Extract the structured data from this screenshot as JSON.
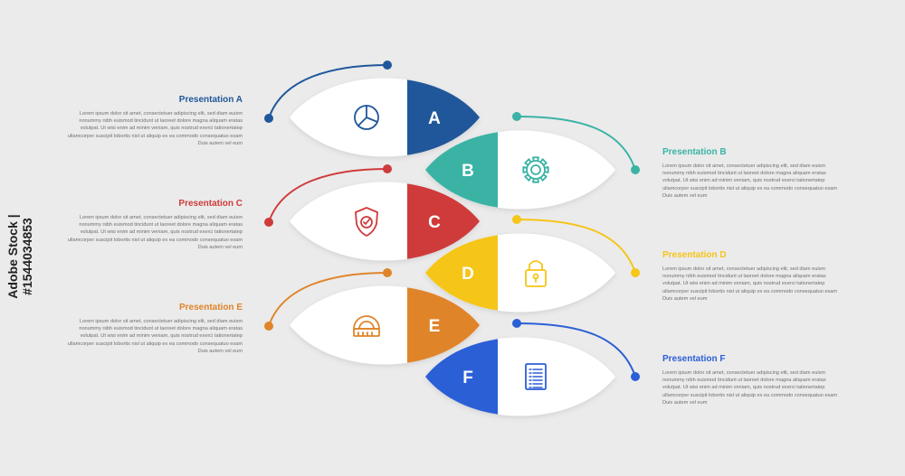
{
  "steps": [
    {
      "letter": "A",
      "title": "Presentation A",
      "color": "#20579a",
      "side": "left",
      "icon": "pie-chart-icon",
      "body": "Lorem ipsum dolor sit amet, consectetuer adipiscing elit, sed diam euism nonummy nibh euismod tincidunt ut laoreet dolore magna aliquam eratas volutpat. Ut wisi enim ad minim veniam, quis nostrud exerci tationertatep ullamcorper suscipit lobortis nisl ut aliquip ex ea commodo consequatuo esam Duis autem vel eum"
    },
    {
      "letter": "B",
      "title": "Presentation B",
      "color": "#3ab3a5",
      "side": "right",
      "icon": "gear-icon",
      "body": "Lorem ipsum dolor sit amet, consectetuer adipiscing elit, sed diam euism nonummy nibh euismod tincidunt ut laoreet dolore magna aliquam eratas volutpat. Ut wisi enim ad minim veniam, quis nostrud exerci tationertatep ullamcorper suscipit lobortis nisl ut aliquip ex ea commodo consequatuo esam Duis autem vel eum"
    },
    {
      "letter": "C",
      "title": "Presentation C",
      "color": "#cf3b3b",
      "side": "left",
      "icon": "shield-check-icon",
      "body": "Lorem ipsum dolor sit amet, consectetuer adipiscing elit, sed diam euism nonummy nibh euismod tincidunt ut laoreet dolore magna aliquam eratas volutpat. Ut wisi enim ad minim veniam, quis nostrud exerci tationertatep ullamcorper suscipit lobortis nisl ut aliquip ex ea commodo consequatuo esam Duis autem vel eum"
    },
    {
      "letter": "D",
      "title": "Presentation D",
      "color": "#f5c518",
      "side": "right",
      "icon": "padlock-icon",
      "body": "Lorem ipsum dolor sit amet, consectetuer adipiscing elit, sed diam euism nonummy nibh euismod tincidunt ut laoreet dolore magna aliquam eratas volutpat. Ut wisi enim ad minim veniam, quis nostrud exerci tationertatep ullamcorper suscipit lobortis nisl ut aliquip ex ea commodo consequatuo esam Duis autem vel eum"
    },
    {
      "letter": "E",
      "title": "Presentation E",
      "color": "#e0842a",
      "side": "left",
      "icon": "protractor-icon",
      "body": "Lorem ipsum dolor sit amet, consectetuer adipiscing elit, sed diam euism nonummy nibh euismod tincidunt ut laoreet dolore magna aliquam eratas volutpat. Ut wisi enim ad minim veniam, quis nostrud exerci tationertatep ullamcorper suscipit lobortis nisl ut aliquip ex ea commodo consequatuo esam Duis autem vel eum"
    },
    {
      "letter": "F",
      "title": "Presentation F",
      "color": "#2b5fd6",
      "side": "right",
      "icon": "document-list-icon",
      "body": "Lorem ipsum dolor sit amet, consectetuer adipiscing elit, sed diam euism nonummy nibh euismod tincidunt ut laoreet dolore magna aliquam eratas volutpat. Ut wisi enim ad minim veniam, quis nostrud exerci tationertatep ullamcorper suscipit lobortis nisl ut aliquip ex ea commodo consequatuo esam Duis autem vel eum"
    }
  ],
  "stamp": "Adobe Stock | #1544034853"
}
